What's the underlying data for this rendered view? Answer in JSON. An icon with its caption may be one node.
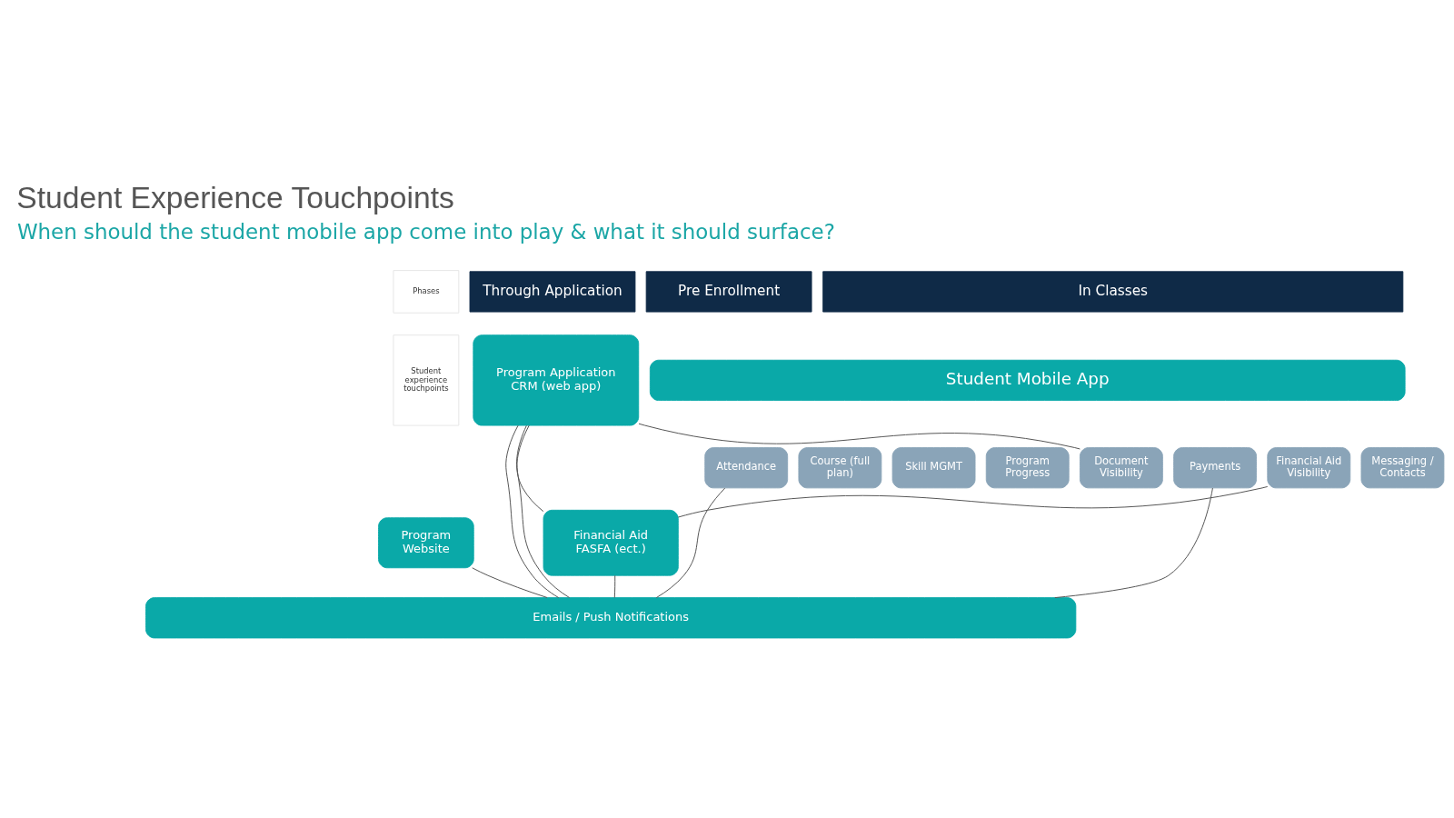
{
  "diagram": {
    "title": "Student Experience Touchpoints",
    "nodes": [
      {
        "text": [
          "Phases"
        ]
      },
      {
        "text": [
          "Through Application"
        ]
      },
      {
        "text": [
          "Pre Enrollment"
        ]
      },
      {
        "text": [
          "In Classes"
        ]
      },
      {
        "text": [
          "Student experience touchpoints"
        ]
      },
      {
        "text": [
          "Program Application CRM (web app)"
        ]
      },
      {
        "text": [
          "Student Mobile App"
        ]
      },
      {
        "text": [
          "Attendance"
        ]
      },
      {
        "text": [
          "Course (full plan)"
        ]
      },
      {
        "text": [
          "Skill MGMT"
        ]
      },
      {
        "text": [
          "Program Progress"
        ]
      },
      {
        "text": [
          "Document Visibility"
        ]
      },
      {
        "text": [
          "Payments"
        ]
      },
      {
        "text": [
          "Financial Aid Visibility"
        ]
      },
      {
        "text": [
          "Messaging / Contacts"
        ]
      },
      {
        "text": [
          "Program Website"
        ]
      },
      {
        "text": [
          "Financial Aid FASFA (ect.)"
        ]
      },
      {
        "text": [
          "Emails / Push Notifications"
        ]
      }
    ],
    "edges": [
      {
        "from": 5,
        "to": 11,
        "arrow": "none"
      },
      {
        "from": 5,
        "to": 17,
        "arrow": "none"
      },
      {
        "from": 5,
        "to": 17,
        "arrow": "none"
      },
      {
        "from": 5,
        "to": 16,
        "arrow": "none"
      },
      {
        "from": 15,
        "to": 17,
        "arrow": "none"
      },
      {
        "from": 7,
        "to": 17,
        "arrow": "none"
      },
      {
        "from": 16,
        "to": 17,
        "arrow": "none"
      },
      {
        "from": 16,
        "to": 13,
        "arrow": "none"
      },
      {
        "from": 12,
        "to": 17,
        "arrow": "none"
      }
    ],
    "labels": [
      "When should the student mobile app come into play & what it should surface?"
    ]
  }
}
